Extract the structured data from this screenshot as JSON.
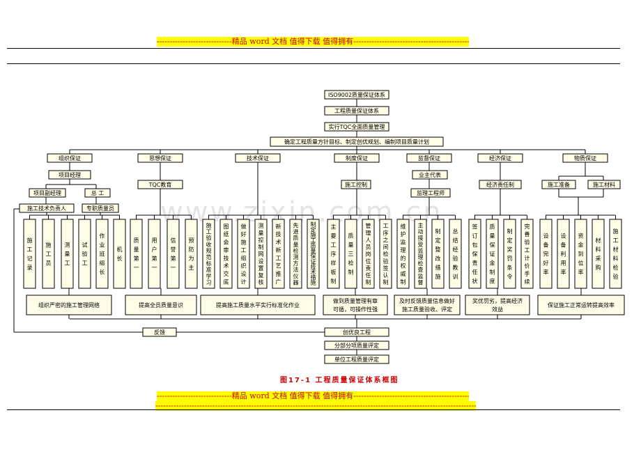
{
  "header_banner": "-----------------------------精品 word 文档  值得下载  值得拥有----------------------------------------------",
  "footer_banner_line1": "-----------------------------精品 word 文档  值得下载  值得拥有----------------------------------------------",
  "footer_banner_line2": "------------------------------------------------------------------------------------------------------------------------------------------------------------------------",
  "watermark": "www.zixin.com.cn",
  "caption": "图17-1  工程质量保证体系框图",
  "top_chain": [
    "ISO9002质量保证体系",
    "工程质量保证体系",
    "实行TQC全面质量管理",
    "确定工程质量方针目标、制定创优规划、编制项目质量计划"
  ],
  "categories": [
    "组织保证",
    "思想保证",
    "技术保证",
    "制度保证",
    "监督保证",
    "经济保证",
    "物质保证"
  ],
  "sub": {
    "xiangmu_jingli": "项目经理",
    "xiangmu_fujingli": "项目副经理",
    "zonggong": "总  工",
    "jishu_fuzeren": "施工技术负责人",
    "zhuanzhi_zhiliang": "专职质量员",
    "tqc": "TQC教育",
    "shigong_kongzhi": "施工控制",
    "yezhu_daibiao": "业主代表",
    "jianli_gongchengshi": "监理工程师",
    "jingji_zeren": "经济责任制",
    "shigong_zhunbei": "施工准备",
    "shigong_cailiao": "施工材料"
  },
  "leaves": [
    "施工记录",
    "施工员",
    "测量工",
    "试验工",
    "作业班组长",
    "机长",
    "质量第一",
    "用户第一",
    "信誉第一",
    "预防为主",
    "施工验收规范标准学习",
    "图纸会审技术交底",
    "做好施工组织设计",
    "测量控制网设置复核",
    "新技术新工艺推广",
    "先进质量检测方法仪器",
    "制定施工质量保证技术措施",
    "主要工序样板制",
    "质量三检制",
    "管理人员岗位责任制",
    "工序之间检验签认制",
    "维护监理的权威制",
    "主动接受监理检查监督",
    "制定整改措施",
    "总结经验教训",
    "签订包保责任状",
    "质量保证金制度",
    "制定奖罚条令",
    "完善验工计价手续",
    "设备完好率",
    "设备利用率",
    "资金到位率",
    "材料采购",
    "施工材料检验"
  ],
  "results": [
    "组织严密的施工管理网络",
    "提高全员质量意识",
    "提高施工质量水平实行标准化作业",
    "做到质量管理有章可循，可操作性强",
    "及时反馈质量信息做好施工质量验收、评定",
    "奖优罚劣，提高经济效益",
    "保证施工正常运转提高效率"
  ],
  "feedback": "反馈",
  "bottom_chain": [
    "创优良工程",
    "分部分项质量评定",
    "单位工程质量评定"
  ]
}
